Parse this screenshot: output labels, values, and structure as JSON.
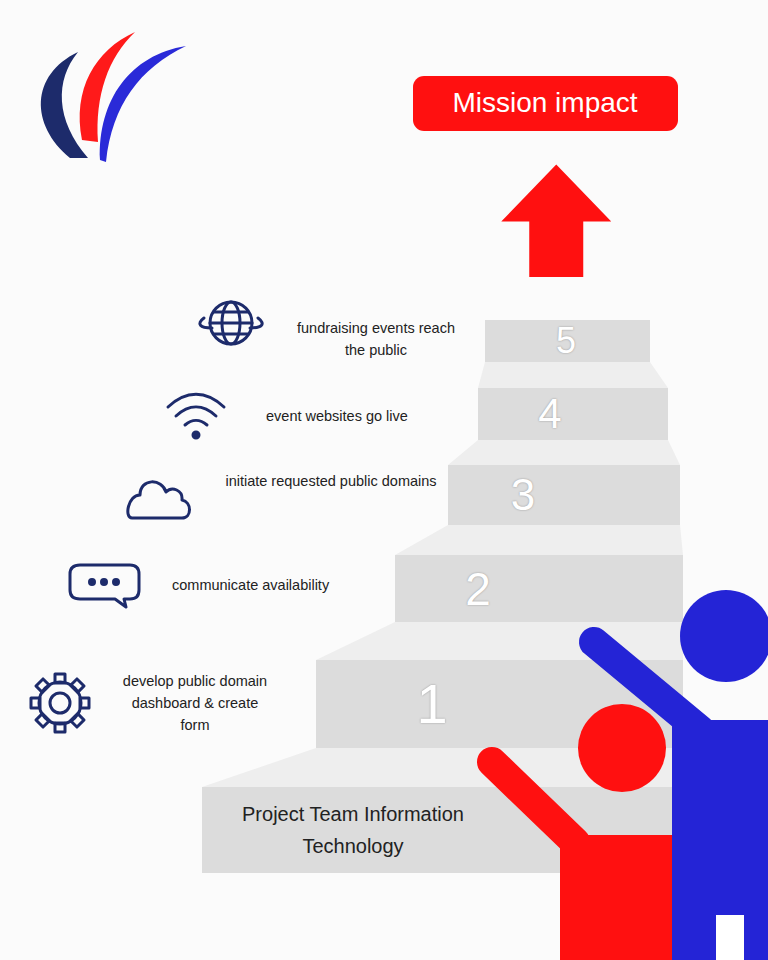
{
  "diagram": {
    "nodes": [
      {
        "text": [
          "Mission impact"
        ]
      },
      {
        "text": [
          "5"
        ]
      },
      {
        "text": [
          "4"
        ]
      },
      {
        "text": [
          "3"
        ]
      },
      {
        "text": [
          "2"
        ]
      },
      {
        "text": [
          "1"
        ]
      },
      {
        "text": [
          "Project Team Information Technology"
        ]
      }
    ],
    "edges": [
      {
        "from": 1,
        "to": 0,
        "arrow": "to"
      }
    ],
    "labels": [
      "fundraising events reach the public",
      "event websites go live",
      "initiate requested public domains",
      "communicate availability",
      "develop public domain dashboard & create form"
    ]
  }
}
